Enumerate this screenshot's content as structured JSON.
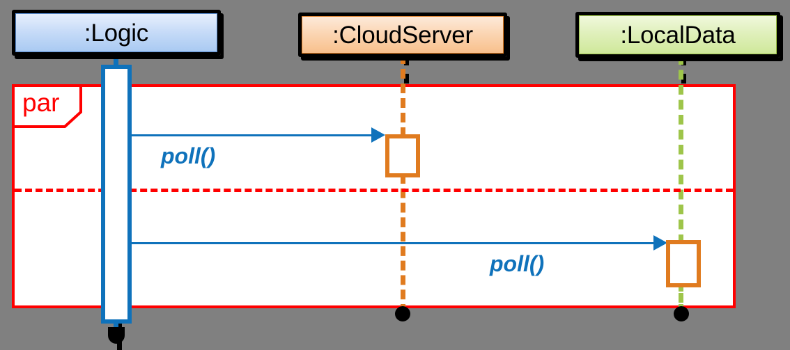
{
  "diagram": {
    "type": "uml-sequence-diagram",
    "background_color": "#808080",
    "frame": {
      "operator": "par",
      "border_color": "#ff0000",
      "fill_color": "#ffffff",
      "divider_style": "dashed",
      "operand_count": 2
    }
  },
  "lifelines": [
    {
      "id": "logic",
      "name": ":Logic",
      "fill_color": "#c8dcf8",
      "border_color": "#5588cc",
      "stem_color": "#0f72bb",
      "activation_border_color": "#0f72bb"
    },
    {
      "id": "cloudserver",
      "name": ":CloudServer",
      "fill_color": "#fbd6b4",
      "border_color": "#e07b1f",
      "stem_color": "#e07b1f",
      "activation_border_color": "#e07b1f"
    },
    {
      "id": "localdata",
      "name": ":LocalData",
      "fill_color": "#e0f0bc",
      "border_color": "#9ec54a",
      "stem_color": "#9ec54a",
      "activation_border_color": "#e07b1f"
    }
  ],
  "messages": [
    {
      "id": "msg-1",
      "label": "poll()",
      "from": "logic",
      "to": "cloudserver",
      "arrow_style": "solid-filled",
      "color": "#0f72bb",
      "operand": 1
    },
    {
      "id": "msg-2",
      "label": "poll()",
      "from": "logic",
      "to": "localdata",
      "arrow_style": "solid-filled",
      "color": "#0f72bb",
      "operand": 2
    }
  ],
  "fragment": {
    "label": "par"
  }
}
